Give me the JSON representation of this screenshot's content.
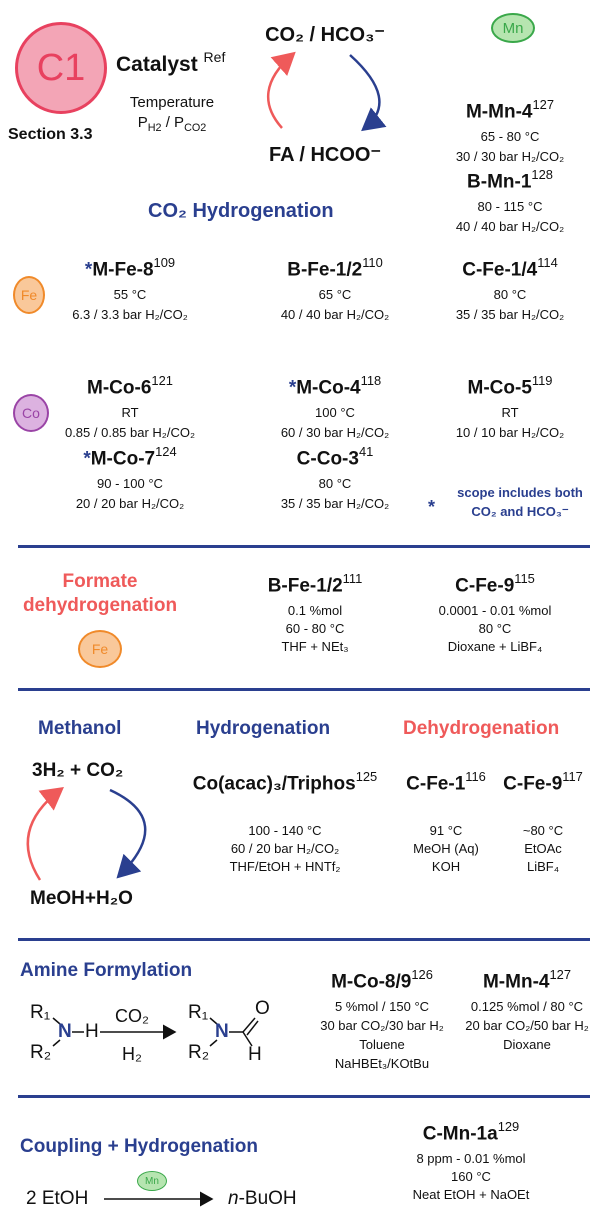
{
  "legend": {
    "badge": "C1",
    "section": "Section 3.3",
    "catalyst": "Catalyst",
    "ref": "Ref",
    "temperature": "Temperature",
    "pressure_p": "P",
    "pressure_h2": "H2",
    "pressure_sep": " / P",
    "pressure_co2": "CO2"
  },
  "cycle": {
    "top": "CO₂ / HCO₃⁻",
    "bottom": "FA / HCOO⁻"
  },
  "metals": {
    "mn": "Mn",
    "fe": "Fe",
    "co": "Co"
  },
  "sections": {
    "co2_hydrogenation": "CO₂ Hydrogenation",
    "formate_dehydrogenation": "Formate dehydrogenation",
    "methanol": "Methanol",
    "hydrogenation": "Hydrogenation",
    "dehydrogenation": "Dehydrogenation",
    "amine_formylation": "Amine Formylation",
    "coupling_hydrogenation": "Coupling + Hydrogenation"
  },
  "footnote": {
    "star": "*",
    "line1": "scope includes both",
    "line2": "CO₂ and HCO₃⁻"
  },
  "co2_catalysts": [
    {
      "star": "",
      "name": "M-Mn-4",
      "ref": "127",
      "temp": "65 - 80 °C",
      "press": "30 / 30 bar H₂/CO₂"
    },
    {
      "star": "",
      "name": "B-Mn-1",
      "ref": "128",
      "temp": "80 - 115 °C",
      "press": "40 / 40 bar H₂/CO₂"
    },
    {
      "star": "*",
      "name": "M-Fe-8",
      "ref": "109",
      "temp": "55 °C",
      "press": "6.3 / 3.3 bar H₂/CO₂"
    },
    {
      "star": "",
      "name": "B-Fe-1/2",
      "ref": "110",
      "temp": "65 °C",
      "press": "40 / 40 bar H₂/CO₂"
    },
    {
      "star": "",
      "name": "C-Fe-1/4",
      "ref": "114",
      "temp": "80 °C",
      "press": "35 / 35 bar H₂/CO₂"
    },
    {
      "star": "",
      "name": "M-Co-6",
      "ref": "121",
      "temp": "RT",
      "press": "0.85 / 0.85 bar H₂/CO₂"
    },
    {
      "star": "*",
      "name": "M-Co-4",
      "ref": "118",
      "temp": "100 °C",
      "press": "60 / 30 bar H₂/CO₂"
    },
    {
      "star": "",
      "name": "M-Co-5",
      "ref": "119",
      "temp": "RT",
      "press": "10 / 10 bar H₂/CO₂"
    },
    {
      "star": "*",
      "name": "M-Co-7",
      "ref": "124",
      "temp": "90 - 100 °C",
      "press": "20 / 20 bar H₂/CO₂"
    },
    {
      "star": "",
      "name": "C-Co-3",
      "ref": "41",
      "temp": "80 °C",
      "press": "35 / 35 bar H₂/CO₂"
    }
  ],
  "formate_catalysts": [
    {
      "name": "B-Fe-1/2",
      "ref": "111",
      "l1": "0.1 %mol",
      "l2": "60 - 80 °C",
      "l3": "THF + NEt₃"
    },
    {
      "name": "C-Fe-9",
      "ref": "115",
      "l1": "0.0001 - 0.01 %mol",
      "l2": "80 °C",
      "l3": "Dioxane + LiBF₄"
    }
  ],
  "methanol": {
    "top": "3H₂ + CO₂",
    "bottom": "MeOH+H₂O",
    "catalysts": [
      {
        "name": "Co(acac)₃/Triphos",
        "ref": "125",
        "l1": "100 - 140 °C",
        "l2": "60 / 20 bar H₂/CO₂",
        "l3": "THF/EtOH + HNTf₂"
      },
      {
        "name": "C-Fe-1",
        "ref": "116",
        "l1": "91 °C",
        "l2": "MeOH (Aq)",
        "l3": "KOH"
      },
      {
        "name": "C-Fe-9",
        "ref": "117",
        "l1": "~80 °C",
        "l2": "EtOAc",
        "l3": "LiBF₄"
      }
    ]
  },
  "amine": {
    "r1": "R₁",
    "r2": "R₂",
    "n": "N",
    "h": "H",
    "o": "O",
    "reagent_top": "CO₂",
    "reagent_bottom": "H₂",
    "catalysts": [
      {
        "name": "M-Co-8/9",
        "ref": "126",
        "l1": "5 %mol / 150 °C",
        "l2": "30 bar CO₂/30 bar H₂",
        "l3": "Toluene",
        "l4": "NaHBEt₃/KOtBu"
      },
      {
        "name": "M-Mn-4",
        "ref": "127",
        "l1": "0.125 %mol / 80 °C",
        "l2": "20 bar CO₂/50 bar H₂",
        "l3": "Dioxane",
        "l4": ""
      }
    ]
  },
  "coupling": {
    "reactant": "2 EtOH",
    "product_prefix": "n",
    "product": "-BuOH",
    "catalyst": {
      "name": "C-Mn-1a",
      "ref": "129",
      "l1": "8 ppm - 0.01 %mol",
      "l2": "160 °C",
      "l3": "Neat EtOH + NaOEt"
    }
  },
  "colors": {
    "blue": "#2a3f8f",
    "red": "#ef5a5a",
    "c1_fill": "#f3a5b6",
    "c1_stroke": "#e8415f",
    "mn_fill": "#b6e5b0",
    "mn_stroke": "#3aa84a",
    "fe_fill": "#f9c89a",
    "fe_stroke": "#f08a2a",
    "co_fill": "#dcb2e0",
    "co_stroke": "#9a44a6"
  }
}
